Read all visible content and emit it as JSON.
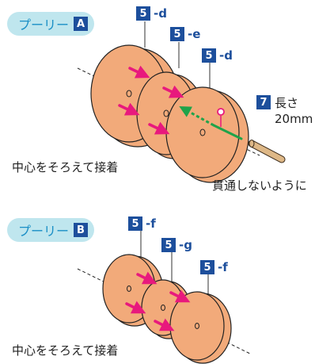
{
  "section_a": {
    "title": "プーリー",
    "badge": "A",
    "parts": [
      {
        "num": "5",
        "suffix": "-d"
      },
      {
        "num": "5",
        "suffix": "-e"
      },
      {
        "num": "5",
        "suffix": "-d"
      }
    ],
    "rod_num": "7",
    "rod_length_line1": "長さ",
    "rod_length_line2": "20mm",
    "note_align": "中心をそろえて接着",
    "note_through": "貫通しないように"
  },
  "section_b": {
    "title": "プーリー",
    "badge": "B",
    "parts": [
      {
        "num": "5",
        "suffix": "-f"
      },
      {
        "num": "5",
        "suffix": "-g"
      },
      {
        "num": "5",
        "suffix": "-f"
      }
    ],
    "note_align": "中心をそろえて接着"
  },
  "colors": {
    "disc_fill": "#f2aa7a",
    "arrow": "#e8197d",
    "badge_bg": "#1d4f9c",
    "pill_bg": "#bfe6ee",
    "pill_text": "#1a8fc6",
    "guide_arrow": "#20a34a",
    "rod_fill": "#deb887"
  }
}
